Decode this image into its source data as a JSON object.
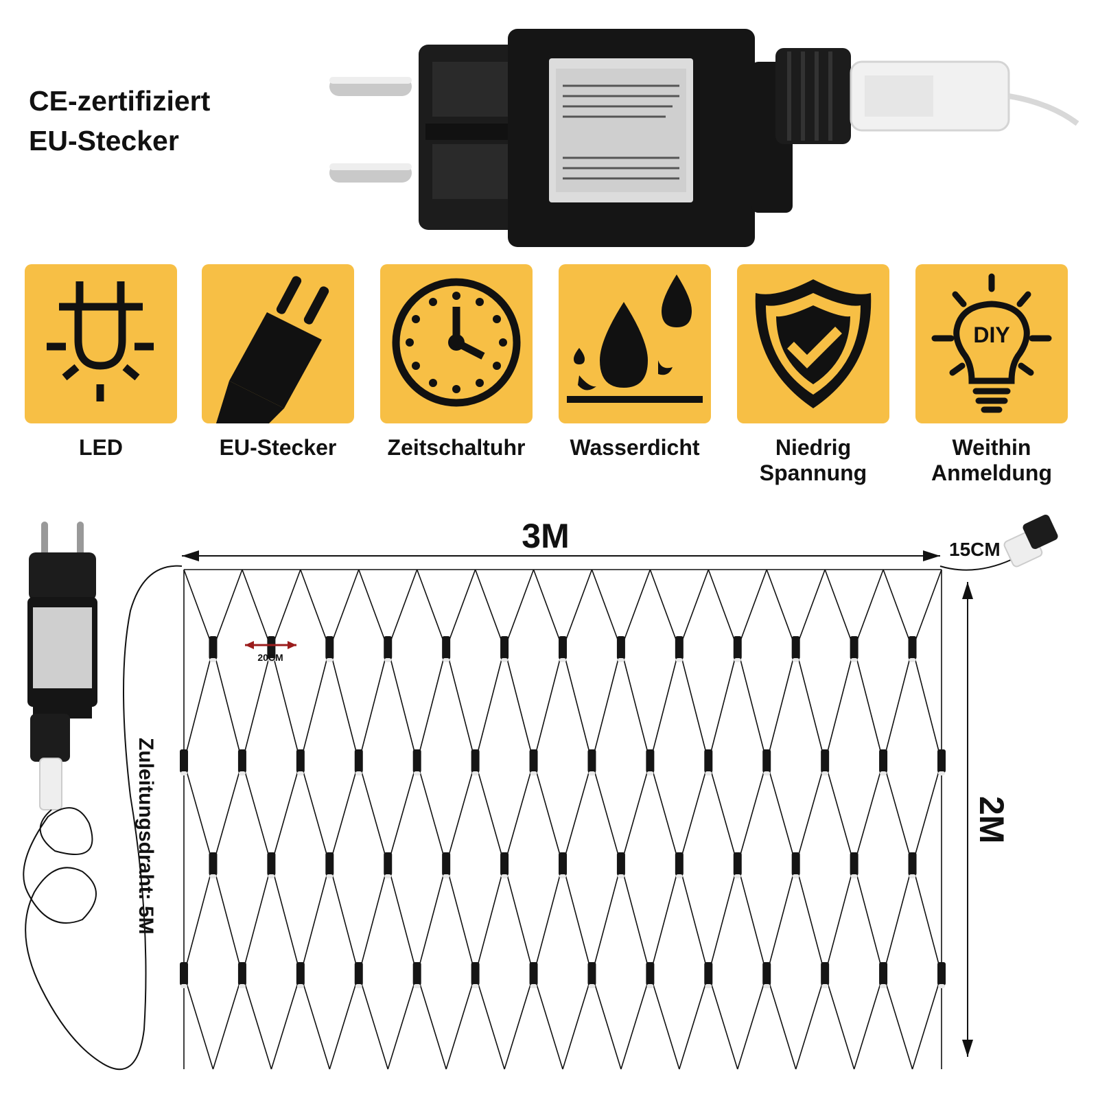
{
  "heading": {
    "line1": "CE-zertifiziert",
    "line2": "EU-Stecker"
  },
  "colors": {
    "tile_bg": "#F7BF45",
    "icon": "#111111",
    "plug_body": "#1c1c1c",
    "dimension_accent": "#9b1c1c"
  },
  "features": [
    {
      "icon": "led-plug-icon",
      "label_lines": [
        "LED"
      ]
    },
    {
      "icon": "eu-plug-icon",
      "label_lines": [
        "EU-Stecker"
      ]
    },
    {
      "icon": "clock-icon",
      "label_lines": [
        "Zeitschaltuhr"
      ]
    },
    {
      "icon": "water-drops-icon",
      "label_lines": [
        "Wasserdicht"
      ]
    },
    {
      "icon": "shield-check-icon",
      "label_lines": [
        "Niedrig",
        "Spannung"
      ]
    },
    {
      "icon": "diy-bulb-icon",
      "label_lines": [
        "Weithin",
        "Anmeldung"
      ],
      "icon_text": "DIY"
    }
  ],
  "diagram": {
    "width_label": "3M",
    "height_label": "2M",
    "spacing_label": "20CM",
    "tail_label": "15CM",
    "lead_wire_label": "Zuleitungsdraht: 5M"
  }
}
